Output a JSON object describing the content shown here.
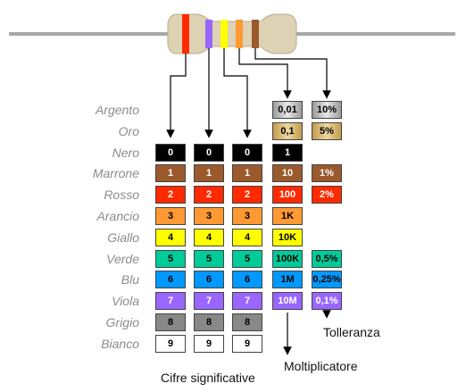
{
  "rows": [
    {
      "name": "Argento",
      "color": "#b8b8b8"
    },
    {
      "name": "Oro",
      "color": "#d4b56a"
    },
    {
      "name": "Nero",
      "color": "#000000"
    },
    {
      "name": "Marrone",
      "color": "#9b5a2c"
    },
    {
      "name": "Rosso",
      "color": "#ff2a00"
    },
    {
      "name": "Arancio",
      "color": "#ff9933"
    },
    {
      "name": "Giallo",
      "color": "#ffff00"
    },
    {
      "name": "Verde",
      "color": "#00cc99"
    },
    {
      "name": "Blu",
      "color": "#0099ff"
    },
    {
      "name": "Viola",
      "color": "#9966ff"
    },
    {
      "name": "Grigio",
      "color": "#888888"
    },
    {
      "name": "Bianco",
      "color": "#ffffff"
    }
  ],
  "columns": {
    "digit1": [
      null,
      null,
      "0",
      "1",
      "2",
      "3",
      "4",
      "5",
      "6",
      "7",
      "8",
      "9"
    ],
    "digit2": [
      null,
      null,
      "0",
      "1",
      "2",
      "3",
      "4",
      "5",
      "6",
      "7",
      "8",
      "9"
    ],
    "digit3": [
      null,
      null,
      "0",
      "1",
      "2",
      "3",
      "4",
      "5",
      "6",
      "7",
      "8",
      "9"
    ],
    "multiplier": [
      "0,01",
      "0,1",
      "1",
      "10",
      "100",
      "1K",
      "10K",
      "100K",
      "1M",
      "10M",
      null,
      null
    ],
    "tolerance": [
      "10%",
      "5%",
      null,
      "1%",
      "2%",
      null,
      null,
      "0,5%",
      "0,25%",
      "0,1%",
      null,
      null
    ]
  },
  "captions": {
    "significant": "Cifre significative",
    "multiplier": "Moltiplicatore",
    "tolerance": "Tolleranza"
  },
  "resistor": {
    "body_color": "#ddd3b4",
    "lead_color": "#a8a8a8",
    "bands": [
      "#ff2a00",
      "#9966ff",
      "#ffff00",
      "#ff9933",
      "#9b5a2c"
    ]
  }
}
